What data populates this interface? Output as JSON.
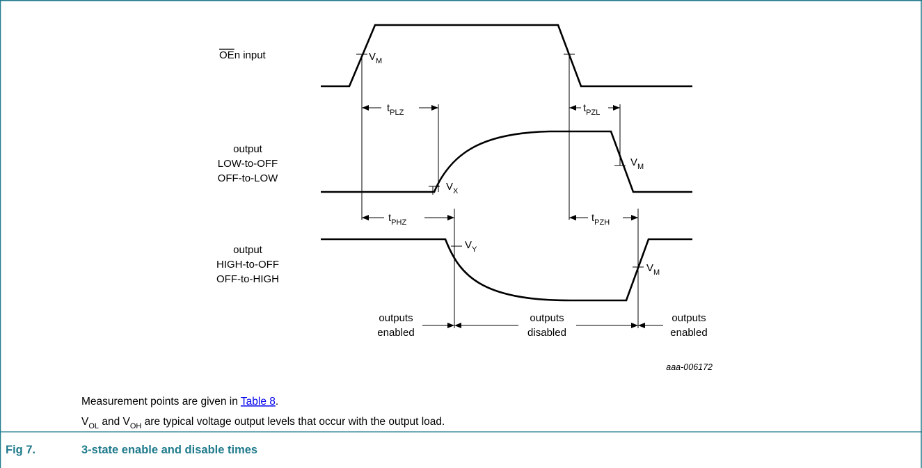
{
  "diagram": {
    "signals": {
      "oe": {
        "label": "OEn input",
        "overline": "OE",
        "rest": "n input"
      },
      "low_line1": "output",
      "low_line2": "LOW-to-OFF",
      "low_line3": "OFF-to-LOW",
      "high_line1": "output",
      "high_line2": "HIGH-to-OFF",
      "high_line3": "OFF-to-HIGH"
    },
    "levels": {
      "vm_main": "V",
      "vm_sub": "M",
      "vx_main": "V",
      "vx_sub": "X",
      "vy_main": "V",
      "vy_sub": "Y"
    },
    "timings": {
      "tplz_main": "t",
      "tplz_sub": "PLZ",
      "tpzl_main": "t",
      "tpzl_sub": "PZL",
      "tphz_main": "t",
      "tphz_sub": "PHZ",
      "tpzh_main": "t",
      "tpzh_sub": "PZH"
    },
    "regions": {
      "left_1": "outputs",
      "left_2": "enabled",
      "mid_1": "outputs",
      "mid_2": "disabled",
      "right_1": "outputs",
      "right_2": "enabled"
    },
    "figure_id": "aaa-006172"
  },
  "notes": {
    "line1_prefix": "Measurement points are given in ",
    "line1_link": "Table 8",
    "line1_suffix": ".",
    "line2_v1_main": "V",
    "line2_v1_sub": "OL",
    "line2_and": " and ",
    "line2_v2_main": "V",
    "line2_v2_sub": "OH",
    "line2_rest": " are typical voltage output levels that occur with the output load."
  },
  "caption": {
    "number": "Fig 7.",
    "title": "3-state enable and disable times"
  },
  "colors": {
    "border": "#1f7a8c",
    "caption": "#1f7a8c",
    "link": "#0000ee"
  }
}
